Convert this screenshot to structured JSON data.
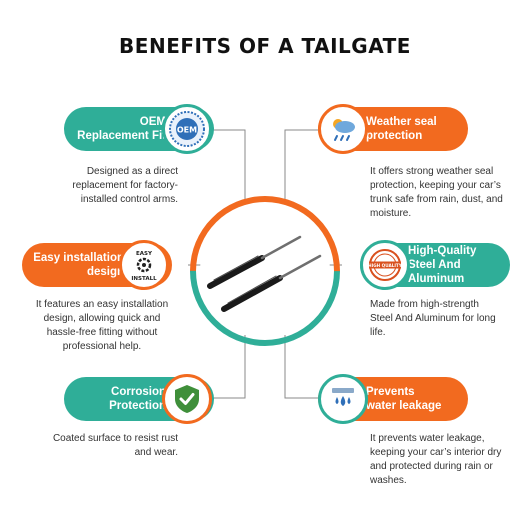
{
  "title": "BENEFITS OF A TAILGATE",
  "colors": {
    "teal": "#2fae98",
    "orange": "#f26a1f",
    "line": "#8a8a8a"
  },
  "center": {
    "image": "gas-strut-pair-icon"
  },
  "benefits": {
    "oem": {
      "label": "OEM\nReplacement Fit",
      "icon": "oem-badge-icon",
      "icon_text": "OEM",
      "description": "Designed as a direct\nreplacement for factory-\ninstalled control arms."
    },
    "weather": {
      "label": "Weather seal\nprotection",
      "icon": "weather-seal-icon",
      "description": "It offers strong weather seal\nprotection, keeping your car’s\ntrunk safe from rain, dust, and\nmoisture."
    },
    "install": {
      "label": "Easy installation\ndesign",
      "icon": "easy-install-icon",
      "icon_text_top": "EASY",
      "icon_text_bottom": "INSTALL",
      "description": "It features an easy installation\ndesign, allowing quick and\nhassle-free fitting without\nprofessional help."
    },
    "steel": {
      "label": "High-Quality\nSteel And\nAluminum",
      "icon": "high-quality-stamp-icon",
      "icon_text": "HIGH QUALITY",
      "description": "Made from high-strength\nSteel And Aluminum for long\nlife."
    },
    "corrosion": {
      "label": "Corrosion\nProtection",
      "icon": "shield-check-icon",
      "description": "Coated surface to resist rust\nand wear."
    },
    "leakage": {
      "label": "Prevents\nwater leakage",
      "icon": "water-drops-icon",
      "description": "It prevents water leakage,\nkeeping your car’s interior dry\nand protected during rain or\nwashes."
    }
  }
}
